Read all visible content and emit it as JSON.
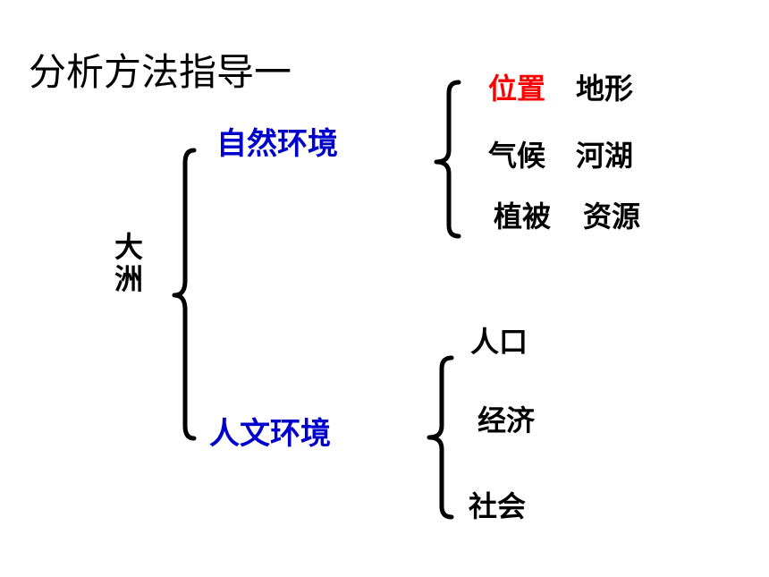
{
  "title": "分析方法指导一",
  "root": "大洲",
  "root_chars": [
    "大",
    "洲"
  ],
  "colors": {
    "branch": "#0000cc",
    "highlight": "#ff0000",
    "text": "#000000"
  },
  "branches": [
    {
      "label": "自然环境",
      "items": [
        {
          "text": "位置",
          "highlight": true
        },
        {
          "text": "地形",
          "highlight": false
        },
        {
          "text": "气候",
          "highlight": false
        },
        {
          "text": "河湖",
          "highlight": false
        },
        {
          "text": "植被",
          "highlight": false
        },
        {
          "text": "资源",
          "highlight": false
        }
      ]
    },
    {
      "label": "人文环境",
      "items": [
        {
          "text": "人口",
          "highlight": false
        },
        {
          "text": "经济",
          "highlight": false
        },
        {
          "text": "社会",
          "highlight": false
        }
      ]
    }
  ]
}
